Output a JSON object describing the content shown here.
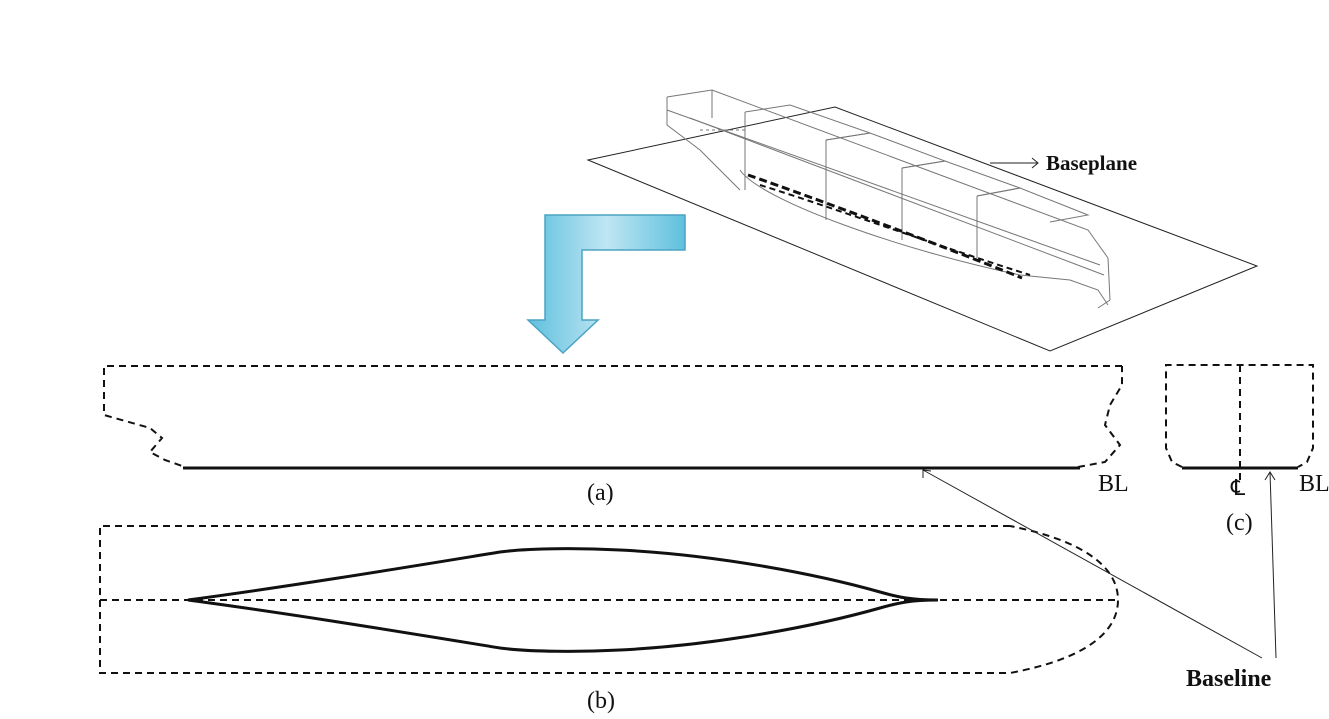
{
  "labels": {
    "baseplane": "Baseplane",
    "baseline": "Baseline",
    "panel_a": "(a)",
    "panel_b": "(b)",
    "panel_c": "(c)",
    "bl_a": "BL",
    "bl_c": "BL",
    "centerline_symbol": "℄"
  },
  "colors": {
    "arrow_fill_top": "#bfe6f3",
    "arrow_fill_bottom": "#5fc0de",
    "arrow_stroke": "#4aa3c4",
    "line": "#111111"
  },
  "icons": {
    "turn_arrow": "l-shaped-down-arrow-icon",
    "ship": "ship-hull-3d-illustration"
  }
}
